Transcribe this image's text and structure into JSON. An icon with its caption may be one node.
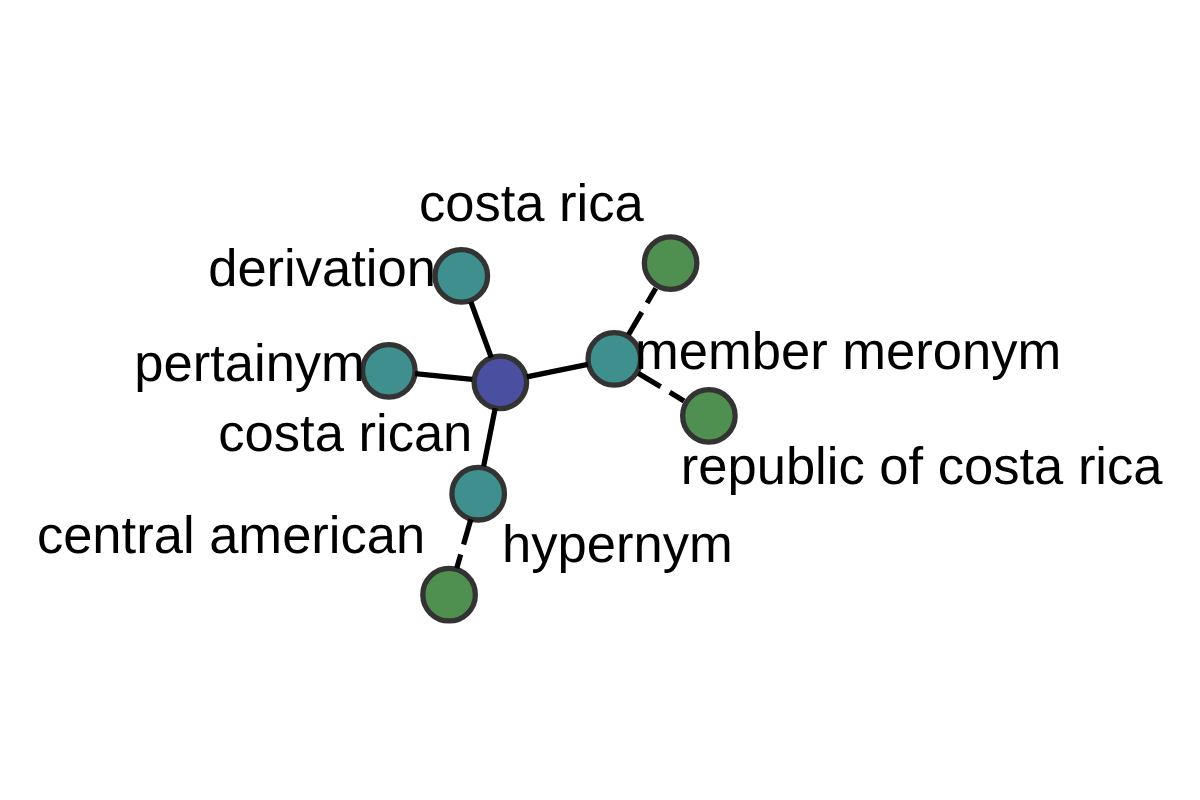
{
  "diagram": {
    "nodes": [
      {
        "text": [],
        "shape": "circle",
        "beside": [
          "costa rican"
        ]
      },
      {
        "text": [],
        "shape": "circle",
        "beside": [
          "member meronym"
        ]
      },
      {
        "text": [],
        "shape": "circle",
        "beside": [
          "republic of costa rica"
        ]
      },
      {
        "text": [],
        "shape": "circle",
        "beside": [
          "costa rica"
        ]
      },
      {
        "text": [],
        "shape": "circle",
        "beside": [
          "derivation"
        ]
      },
      {
        "text": [],
        "shape": "circle",
        "beside": [
          "pertainym"
        ]
      },
      {
        "text": [],
        "shape": "circle",
        "beside": [
          "hypernym"
        ]
      },
      {
        "text": [],
        "shape": "circle",
        "beside": [
          "central american"
        ]
      }
    ],
    "edges": [
      {
        "from": 0,
        "to": 1,
        "arrow": "none"
      },
      {
        "from": 1,
        "to": 2,
        "arrow": "none",
        "style": "dashed"
      },
      {
        "from": 1,
        "to": 3,
        "arrow": "none",
        "style": "dashed"
      },
      {
        "from": 0,
        "to": 4,
        "arrow": "none"
      },
      {
        "from": 0,
        "to": 5,
        "arrow": "none"
      },
      {
        "from": 0,
        "to": 6,
        "arrow": "none"
      },
      {
        "from": 6,
        "to": 7,
        "arrow": "none",
        "style": "dashed"
      }
    ]
  }
}
